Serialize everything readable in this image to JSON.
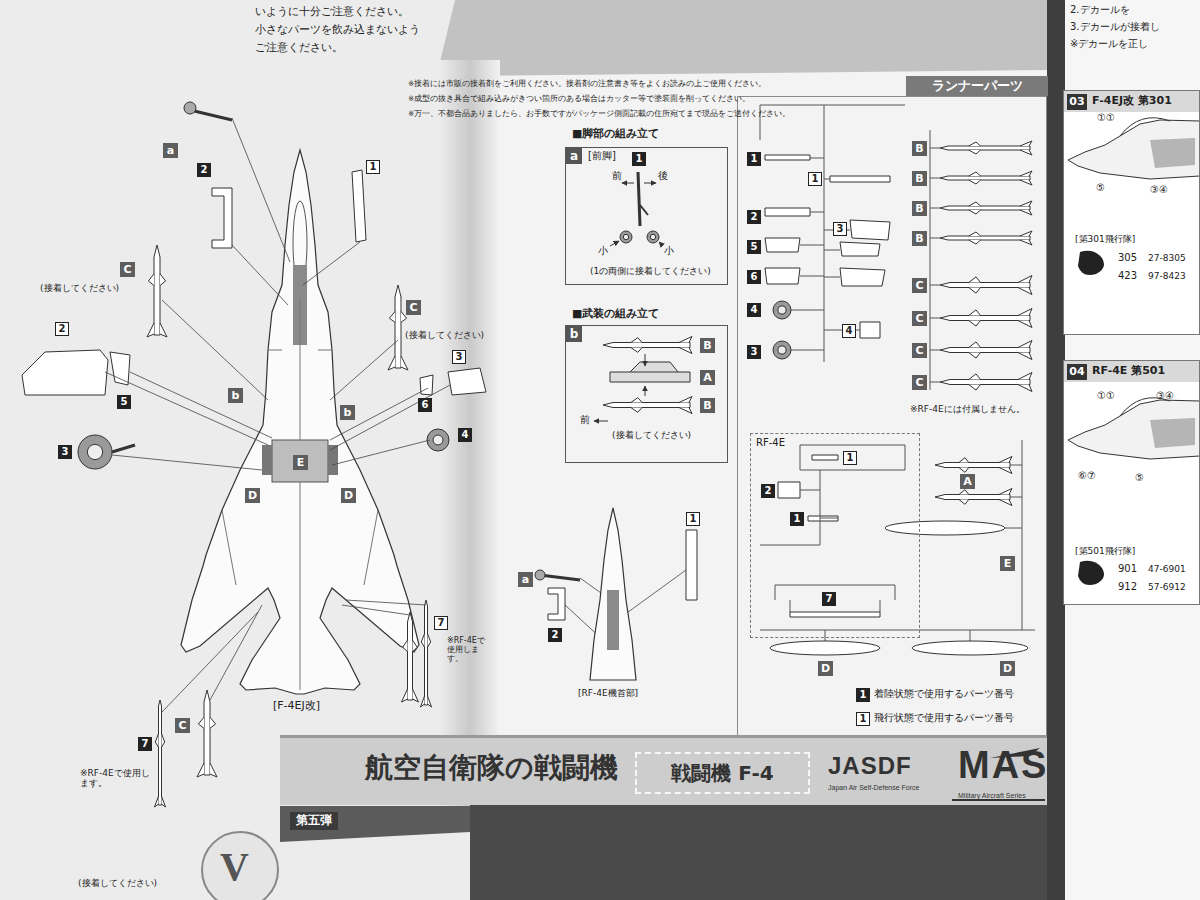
{
  "diagram": {
    "nodes": [
      {
        "text": [
          "ランナーパーツ"
        ]
      },
      {
        "text": [
          "RF-4E"
        ],
        "in": 0
      },
      {
        "text": [
          "a",
          "[前脚]"
        ]
      },
      {
        "text": [
          "b"
        ]
      },
      {
        "text": [
          "航空自衛隊の戦闘機"
        ]
      },
      {
        "text": [
          "戦闘機 F-4"
        ],
        "in": 4
      },
      {
        "text": [
          "03",
          "F-4EJ改 第301"
        ]
      },
      {
        "text": [
          "04",
          "RF-4E 第501"
        ]
      }
    ],
    "labels": [
      "いように十分ご注意ください。",
      "小さなパーツを飲み込まないよう",
      "ご注意ください。",
      "a",
      "1",
      "2",
      "C",
      "(接着してください)",
      "C",
      "(接着してください)",
      "2",
      "5",
      "3",
      "3",
      "6",
      "4",
      "b",
      "b",
      "D",
      "E",
      "D",
      "7",
      "※RF-4Eで使用します。",
      "[F-4EJ改]",
      "7",
      "※RF-4Eで使用します。",
      "C",
      "(接着してください)",
      "※接着には市販の接着剤をご利用ください。接着剤の注意書き等をよくお読みの上ご使用ください。",
      "※成型の抜き具合で組み込みがきつい箇所のある場合はカッター等で塗装面を削ってください。",
      "※万一、不都合品ありましたら、お手数ですがパッケージ側面記載の住所宛てまで現品をご送付ください。",
      "■脚部の組み立て",
      "1",
      "前",
      "後",
      "小",
      "小",
      "(1の両側に接着してください)",
      "■武装の組み立て",
      "B",
      "A",
      "B",
      "前",
      "(接着してください)",
      "a",
      "1",
      "2",
      "[RF-4E機首部]",
      "1",
      "1",
      "2",
      "3",
      "5",
      "6",
      "4",
      "4",
      "3",
      "B",
      "B",
      "B",
      "B",
      "C",
      "C",
      "C",
      "C",
      "※RF-4Eには付属しません。",
      "2",
      "1",
      "1",
      "A",
      "E",
      "7",
      "D",
      "D",
      "1",
      "1",
      "第五弾",
      "V",
      "JASDF",
      "Japan Air Self-Defense Force",
      "MAS",
      "Military Aircraft Series",
      "2.デカールを",
      "3.デカールが接着し",
      "※デカールを正し",
      "①①",
      "⑤",
      "③④",
      "[第301飛行隊]",
      "305",
      "27-8305",
      "423",
      "97-8423",
      "①①",
      "③④",
      "⑥⑦",
      "⑤",
      "[第501飛行隊]",
      "901",
      "47-6901",
      "912",
      "57-6912"
    ],
    "legend": [
      {
        "text": "着陸状態で使用するパーツ番号"
      },
      {
        "text": "飛行状態で使用するパーツ番号"
      }
    ]
  }
}
